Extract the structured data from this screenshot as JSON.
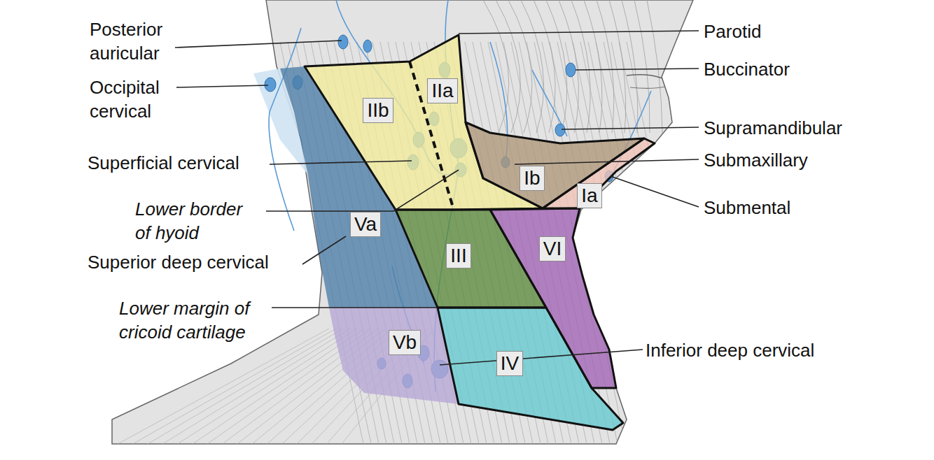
{
  "diagram": {
    "nodes": [
      {
        "text": [
          "IIb"
        ]
      },
      {
        "text": [
          "IIa"
        ]
      },
      {
        "text": [
          "Ib"
        ]
      },
      {
        "text": [
          "Ia"
        ]
      },
      {
        "text": [
          "Va"
        ]
      },
      {
        "text": [
          "III"
        ]
      },
      {
        "text": [
          "VI"
        ]
      },
      {
        "text": [
          "Vb"
        ]
      },
      {
        "text": [
          "IV"
        ]
      }
    ],
    "labels": [
      "Posterior auricular",
      "Parotid",
      "Buccinator",
      "Occipital cervical",
      "Supramandibular",
      "Superficial cervical",
      "Submaxillary",
      "Lower border of hyoid",
      "Submental",
      "Superior deep cervical",
      "Lower margin of cricoid cartilage",
      "Inferior deep cervical"
    ]
  }
}
